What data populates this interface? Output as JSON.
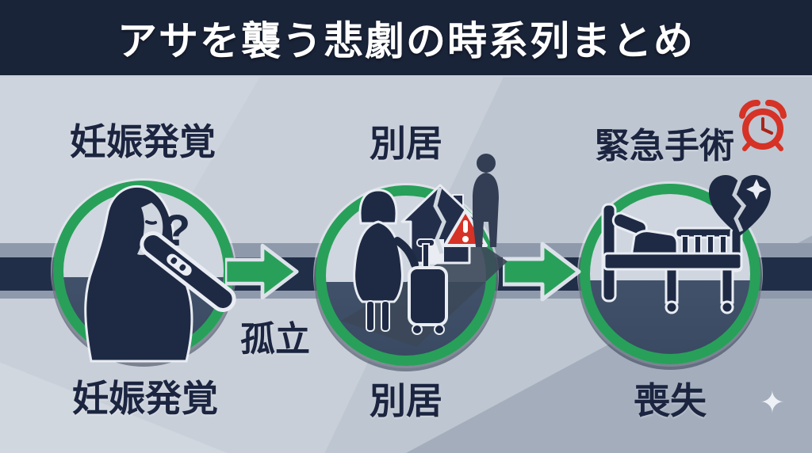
{
  "header": {
    "title": "アサを襲う悲劇の時系列まとめ"
  },
  "steps": [
    {
      "top_label": "妊娠発覚",
      "bottom_label": "妊娠発覚",
      "icon": "pregnancy-test-discovery-icon"
    },
    {
      "top_label": "別居",
      "bottom_label": "別居",
      "icon": "woman-leaving-broken-home-icon"
    },
    {
      "top_label": "緊急手術",
      "bottom_label": "喪失",
      "icon": "hospital-bed-icon"
    }
  ],
  "annotations": {
    "isolation_label": "孤立",
    "question_mark": "?",
    "sparkle_glyph": "✦"
  },
  "decorations": {
    "alarm_clock": "alarm-clock-icon",
    "broken_heart": "broken-heart-icon",
    "warning_triangle": "warning-triangle-icon",
    "flow_arrows": "green-arrow-icon"
  },
  "colors": {
    "header_bg": "#1a2439",
    "header_text": "#ffffff",
    "background": "#c9cfd9",
    "band_navy": "#202e47",
    "band_muted": "#8e9aab",
    "accent_green": "#28a05a",
    "icon_navy": "#1e2a44",
    "alert_red": "#d63226",
    "label_text": "#1b2540",
    "circle_top": "#cfd6df",
    "circle_bottom": "#41516a"
  }
}
